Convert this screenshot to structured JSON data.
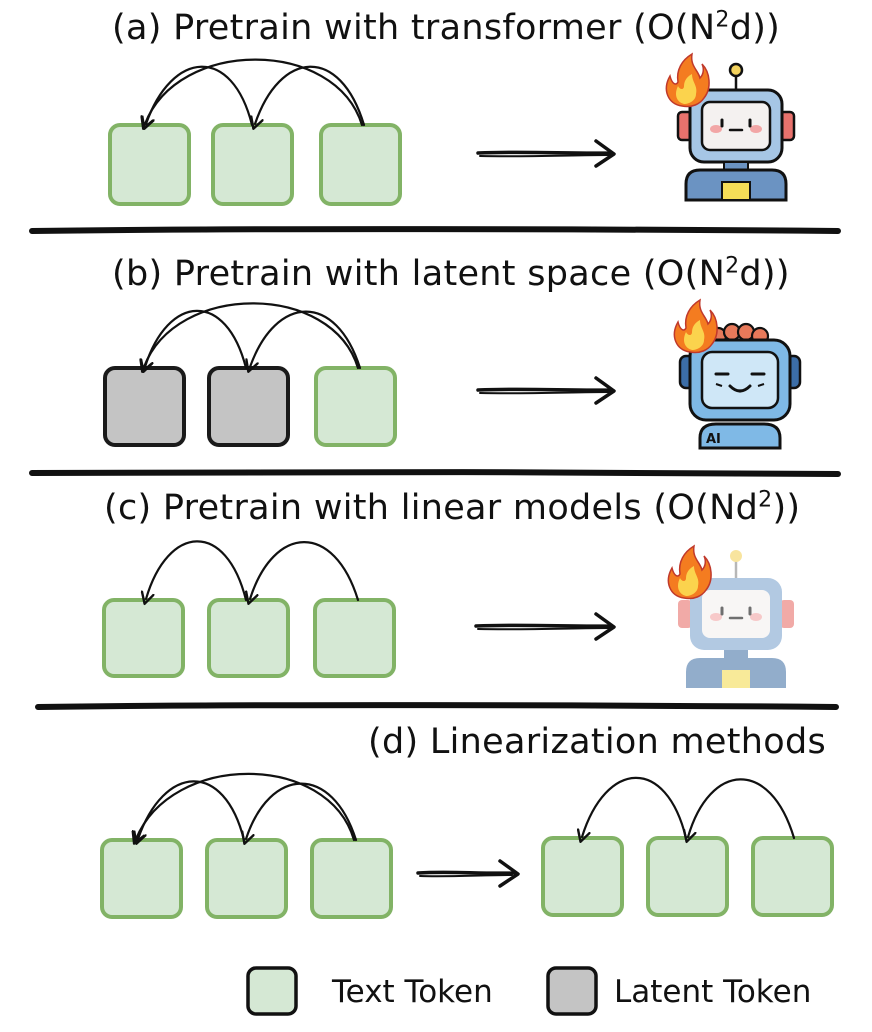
{
  "panels": [
    {
      "key": "a",
      "title_pre": "(a) Pretrain with transformer (O(N",
      "title_sup": "2",
      "title_post": "d))"
    },
    {
      "key": "b",
      "title_pre": "(b) Pretrain with latent space (O(N",
      "title_sup": "2",
      "title_post": "d))"
    },
    {
      "key": "c",
      "title_pre": "(c) Pretrain with linear models (O(Nd",
      "title_sup": "2",
      "title_post": "))"
    },
    {
      "key": "d",
      "title_pre": "(d) Linearization methods",
      "title_sup": "",
      "title_post": ""
    }
  ],
  "robot_b_badge": "AI",
  "legend": {
    "text_token": "Text Token",
    "latent_token": "Latent Token"
  },
  "colors": {
    "text_token_fill": "#d5e8d4",
    "text_token_stroke": "#82b366",
    "latent_token_fill": "#c4c4c4",
    "latent_token_stroke": "#1a1a1a",
    "ink": "#111111"
  }
}
